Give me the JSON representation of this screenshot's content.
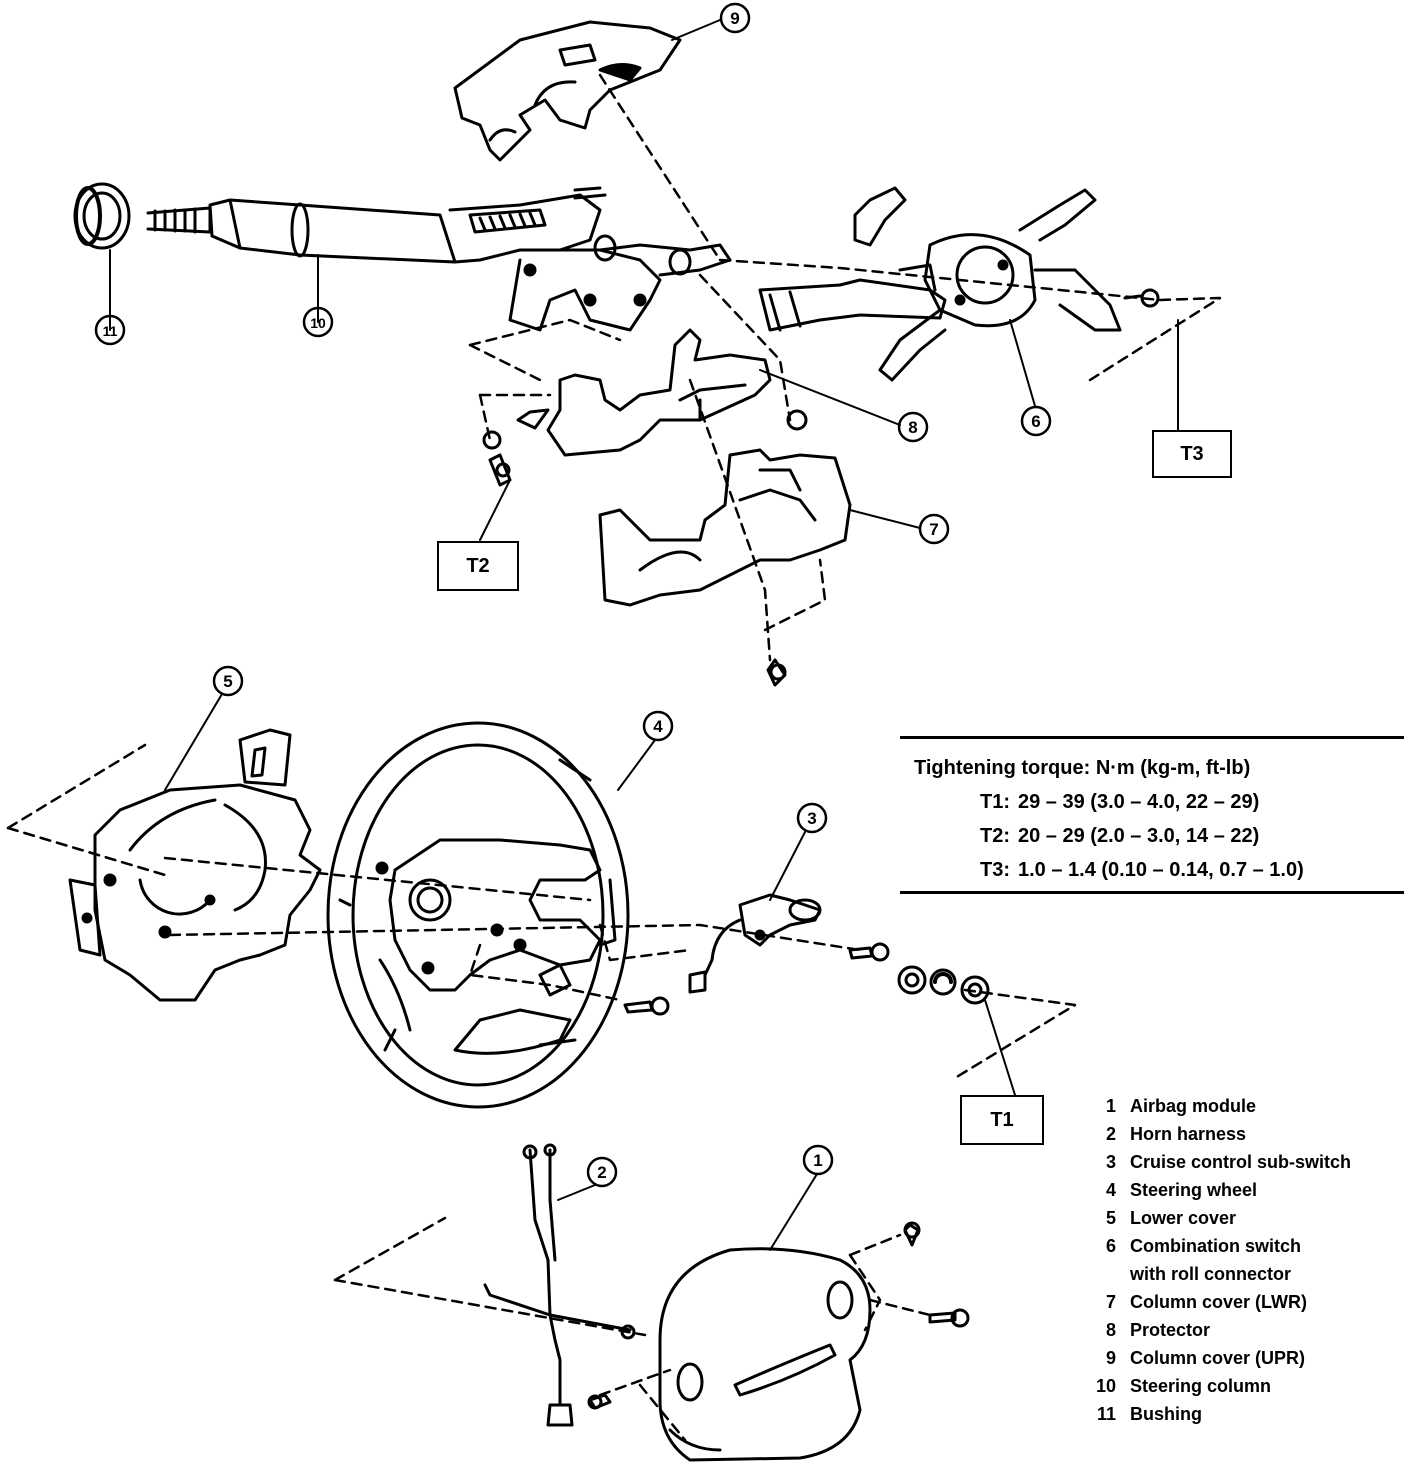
{
  "diagram": {
    "part_callouts": [
      "1",
      "2",
      "3",
      "4",
      "5",
      "6",
      "7",
      "8",
      "9",
      "10",
      "11"
    ],
    "torque_boxes": [
      "T1",
      "T2",
      "T3"
    ]
  },
  "torque_table": {
    "header": "Tightening torque:  N·m (kg-m, ft-lb)",
    "rows": [
      {
        "code": "T1:",
        "value": "29 – 39 (3.0 – 4.0, 22 – 29)"
      },
      {
        "code": "T2:",
        "value": "20 – 29 (2.0 – 3.0, 14 – 22)"
      },
      {
        "code": "T3:",
        "value": "1.0 – 1.4 (0.10 – 0.14, 0.7 – 1.0)"
      }
    ]
  },
  "legend": {
    "items": [
      {
        "num": "1",
        "text": "Airbag module"
      },
      {
        "num": "2",
        "text": "Horn harness"
      },
      {
        "num": "3",
        "text": "Cruise control sub-switch"
      },
      {
        "num": "4",
        "text": "Steering wheel"
      },
      {
        "num": "5",
        "text": "Lower cover"
      },
      {
        "num": "6",
        "text": "Combination switch"
      },
      {
        "num": "",
        "text": "with roll connector"
      },
      {
        "num": "7",
        "text": "Column cover (LWR)"
      },
      {
        "num": "8",
        "text": "Protector"
      },
      {
        "num": "9",
        "text": "Column cover (UPR)"
      },
      {
        "num": "10",
        "text": "Steering column"
      },
      {
        "num": "11",
        "text": "Bushing"
      }
    ]
  }
}
